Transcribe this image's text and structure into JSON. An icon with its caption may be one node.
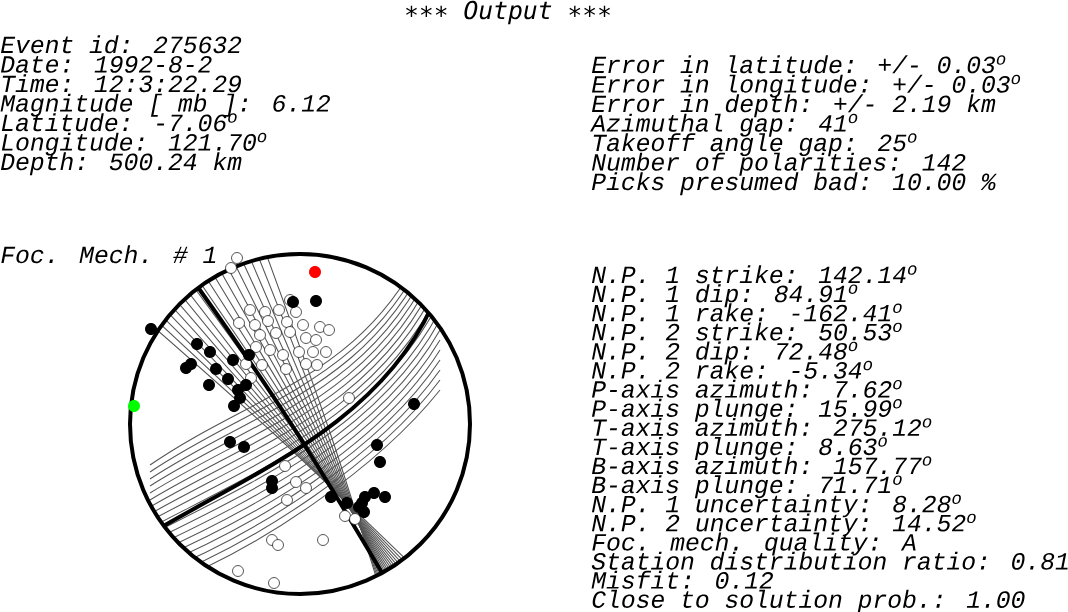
{
  "diagram": {
    "title": "∗∗∗ Output ∗∗∗",
    "labels": [
      "Event id: 275632",
      "Date: 1992-8-2",
      "Time: 12:3:22.29",
      "Magnitude [ mb ]: 6.12",
      "Latitude: -7.06$^{o}$",
      "Longitude: 121.70$^{o}$",
      "Depth: 500.24 km",
      "Error in latitude: +/- 0.03$^{o}$",
      "Error in longitude: +/- 0.03$^{o}$",
      "Error in depth: +/- 2.19 km",
      "Azimuthal gap: 41$^{o}$",
      "Takeoff angle gap: 25$^{o}$",
      "Number of polarities: 142",
      "Picks presumed bad: 10.00 %",
      "Foc. Mech. # 1",
      "N.P. 1 strike: 142.14$^{o}$",
      "N.P. 1 dip: 84.91$^{o}$",
      "N.P. 1 rake: -162.41$^{o}$",
      "N.P. 2 strike: 50.53$^{o}$",
      "N.P. 2 dip: 72.48$^{o}$",
      "N.P. 2 rake: -5.34$^{o}$",
      "P-axis azimuth: 7.62$^{o}$",
      "P-axis plunge: 15.99$^{o}$",
      "T-axis azimuth: 275.12$^{o}$",
      "T-axis plunge: 8.63$^{o}$",
      "B-axis azimuth: 157.77$^{o}$",
      "B-axis plunge: 71.71$^{o}$",
      "N.P. 1 uncertainty: 8.28$^{o}$",
      "N.P. 2 uncertainty: 14.52$^{o}$",
      "Foc. mech. quality: A",
      "Station distribution ratio: 0.81",
      "Misfit: 0.12",
      "Close to solution prob.: 1.00"
    ]
  }
}
